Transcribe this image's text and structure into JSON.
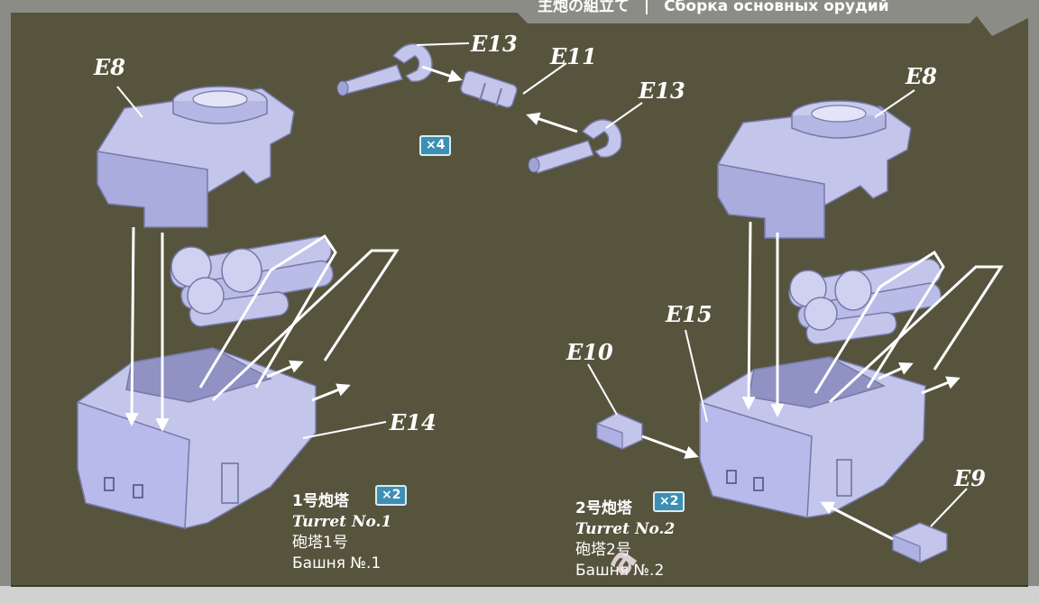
{
  "header": {
    "title_cn": "主炮の組立て",
    "separator": "|",
    "title_ru": "Сборка основных орудий"
  },
  "labels": {
    "e8_left": "E8",
    "e13_top": "E13",
    "e11": "E11",
    "e13_right": "E13",
    "e8_right": "E8",
    "e15": "E15",
    "e10": "E10",
    "e14": "E14",
    "e9": "E9"
  },
  "badges": {
    "barrels": "×4",
    "turret_1": "×2",
    "turret_2": "×2"
  },
  "turret_1": {
    "cn": "1号炮塔",
    "en": "Turret No.1",
    "zh": "砲塔1号",
    "ru": "Башня №.1"
  },
  "turret_2": {
    "cn": "2号炮塔",
    "en": "Turret No.2",
    "zh": "砲塔2号",
    "ru": "Башня №.2"
  },
  "watermark": "a",
  "colors": {
    "background": "#57553e",
    "part_fill": "#c3c5ea",
    "part_stroke": "#7679a8",
    "badge": "#3d8fb3",
    "arrow": "#ffffff"
  }
}
